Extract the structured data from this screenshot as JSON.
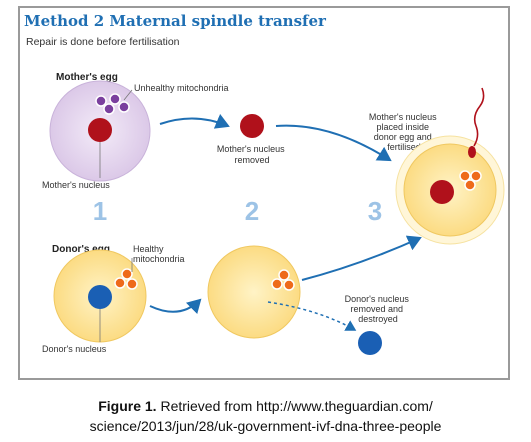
{
  "header": {
    "method_label": "Method 2",
    "method_name": "Maternal spindle transfer",
    "subtitle": "Repair is done before fertilisation"
  },
  "labels": {
    "mothers_egg": "Mother's egg",
    "unhealthy_mito": "Unhealthy mitochondria",
    "mothers_nucleus": "Mother's nucleus",
    "mothers_nucleus_removed_1": "Mother's nucleus",
    "mothers_nucleus_removed_2": "removed",
    "donors_egg": "Donor's egg",
    "healthy_mito_1": "Healthy",
    "healthy_mito_2": "mitochondria",
    "donors_nucleus": "Donor's nucleus",
    "donor_removed_1": "Donor's nucleus",
    "donor_removed_2": "removed and",
    "donor_removed_3": "destroyed",
    "placed_1": "Mother's nucleus",
    "placed_2": "placed inside",
    "placed_3": "donor egg and",
    "placed_4": "fertilised"
  },
  "steps": [
    "1",
    "2",
    "3"
  ],
  "caption": {
    "figure_label": "Figure 1.",
    "line1_rest": " Retrieved from http://www.theguardian.com/",
    "line2": "science/2013/jun/28/uk-government-ivf-dna-three-people"
  },
  "colors": {
    "title_blue": "#1f6fb3",
    "mother_egg": "#e6d8f0",
    "donor_egg": "#fde49a",
    "nucleus_red": "#b0111b",
    "nucleus_blue": "#1a5fb4",
    "healthy_mito": "#ee6a1a",
    "unhealthy_mito": "#7a3f9e",
    "arrow_blue": "#1f6fb3",
    "step_number": "#9dc3e6"
  }
}
